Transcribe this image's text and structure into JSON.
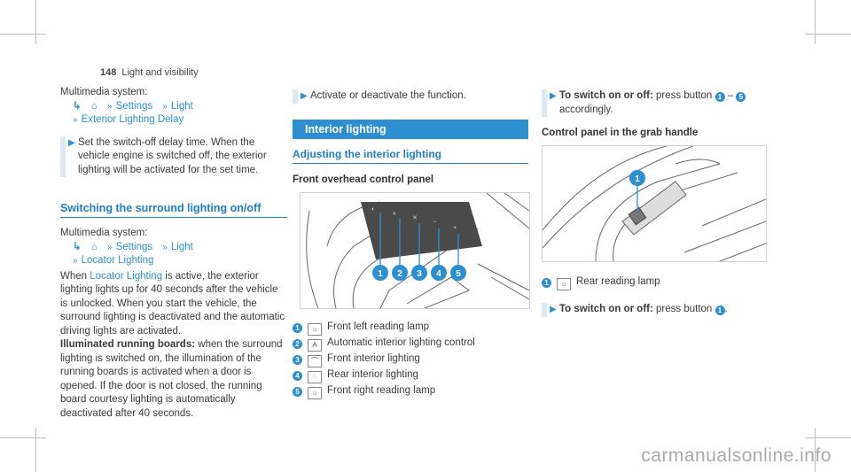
{
  "header": {
    "page_number": "148",
    "section": "Light and visibility"
  },
  "col1": {
    "intro1": "Multimedia system:",
    "path1": {
      "icon": "home-icon",
      "item1": "Settings",
      "item2": "Light",
      "item3": "Exterior Lighting Delay"
    },
    "step1": "Set the switch-off delay time. When the vehicle engine is switched off, the exterior lighting will be activated for the set time.",
    "section_title": "Switching the surround lighting on/off",
    "intro2": "Multimedia system:",
    "path2": {
      "icon": "home-icon",
      "item1": "Settings",
      "item2": "Light",
      "item3": "Locator Lighting"
    },
    "para1_a": "When ",
    "para1_link": "Locator Lighting",
    "para1_b": " is active, the exterior lighting lights up for 40 seconds after the vehicle is unlocked. When you start the vehicle, the surround lighting is deactivated and the automatic driving lights are activated.",
    "para2_bold": "Illuminated running boards:",
    "para2_text": " when the surround lighting is switched on, the illumination of the running boards is activated when a door is opened. If the door is not closed, the running board courtesy lighting is automatically deactivated after 40 seconds."
  },
  "col2": {
    "step1": "Activate or deactivate the function.",
    "band_title": "Interior lighting",
    "sub_title": "Adjusting the interior lighting",
    "fig_title": "Front overhead control panel",
    "callouts": [
      "1",
      "2",
      "3",
      "4",
      "5"
    ],
    "legend": [
      {
        "n": "1",
        "icon": "reading-lamp-icon",
        "text": "Front left reading lamp"
      },
      {
        "n": "2",
        "icon": "auto-lighting-icon",
        "text": "Automatic interior lighting control"
      },
      {
        "n": "3",
        "icon": "front-interior-light-icon",
        "text": "Front interior lighting"
      },
      {
        "n": "4",
        "icon": "rear-interior-light-icon",
        "text": "Rear interior lighting"
      },
      {
        "n": "5",
        "icon": "reading-lamp-icon",
        "text": "Front right reading lamp"
      }
    ]
  },
  "col3": {
    "step1_bold": "To switch on or off:",
    "step1_text": " press button ",
    "step1_n1": "1",
    "step1_sep": "–",
    "step1_n2": "5",
    "step1_tail": "accordingly.",
    "fig_title": "Control panel in the grab handle",
    "callout": "1",
    "legend1": {
      "n": "1",
      "icon": "reading-lamp-icon",
      "text": "Rear reading lamp"
    },
    "step2_bold": "To switch on or off:",
    "step2_text": " press button ",
    "step2_n": "1",
    "step2_tail": "."
  },
  "watermark": "carmanualsonline.info"
}
